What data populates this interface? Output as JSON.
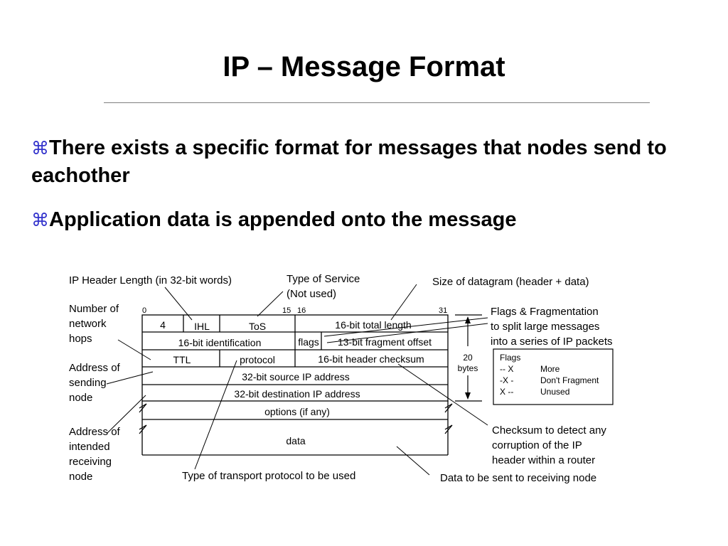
{
  "slide": {
    "title": "IP – Message Format",
    "bullets": [
      "There exists a specific format for messages that nodes send to eachother",
      "Application data is appended onto the message"
    ],
    "bullet_glyph": "⌘",
    "accent_color": "#3333cc"
  },
  "diagram": {
    "bits": {
      "b0": "0",
      "b15": "15",
      "b16": "16",
      "b31": "31"
    },
    "fields": {
      "version": "4",
      "ihl": "IHL",
      "tos": "ToS",
      "total_length": "16-bit total length",
      "identification": "16-bit identification",
      "flags": "flags",
      "fragment_offset": "13-bit fragment offset",
      "ttl": "TTL",
      "protocol": "protocol",
      "header_checksum": "16-bit header checksum",
      "source": "32-bit source IP address",
      "destination": "32-bit destination IP address",
      "options": "options (if any)",
      "data": "data"
    },
    "size": {
      "line1": "20",
      "line2": "bytes"
    },
    "annotations": {
      "ihl": "IP Header Length (in 32-bit words)",
      "tos_1": "Type of Service",
      "tos_2": "(Not used)",
      "size": "Size of datagram  (header + data)",
      "hops_1": "Number of",
      "hops_2": "network",
      "hops_3": "hops",
      "sending_1": "Address of",
      "sending_2": "sending",
      "sending_3": "node",
      "receiving_1": "Address of",
      "receiving_2": "intended",
      "receiving_3": "receiving",
      "receiving_4": "node",
      "flags_1": "Flags & Fragmentation",
      "flags_2": "to split large messages",
      "flags_3": "into a series of IP packets",
      "checksum_1": "Checksum to detect any",
      "checksum_2": "corruption of the IP",
      "checksum_3": "header within a router",
      "transport": "Type of transport protocol to be used",
      "data": "Data to be sent to receiving node"
    },
    "flags_legend": {
      "heading": "Flags",
      "rows": [
        {
          "code": "-- X",
          "meaning": "More"
        },
        {
          "code": "-X -",
          "meaning": "Don't Fragment"
        },
        {
          "code": "X --",
          "meaning": "Unused"
        }
      ]
    }
  }
}
